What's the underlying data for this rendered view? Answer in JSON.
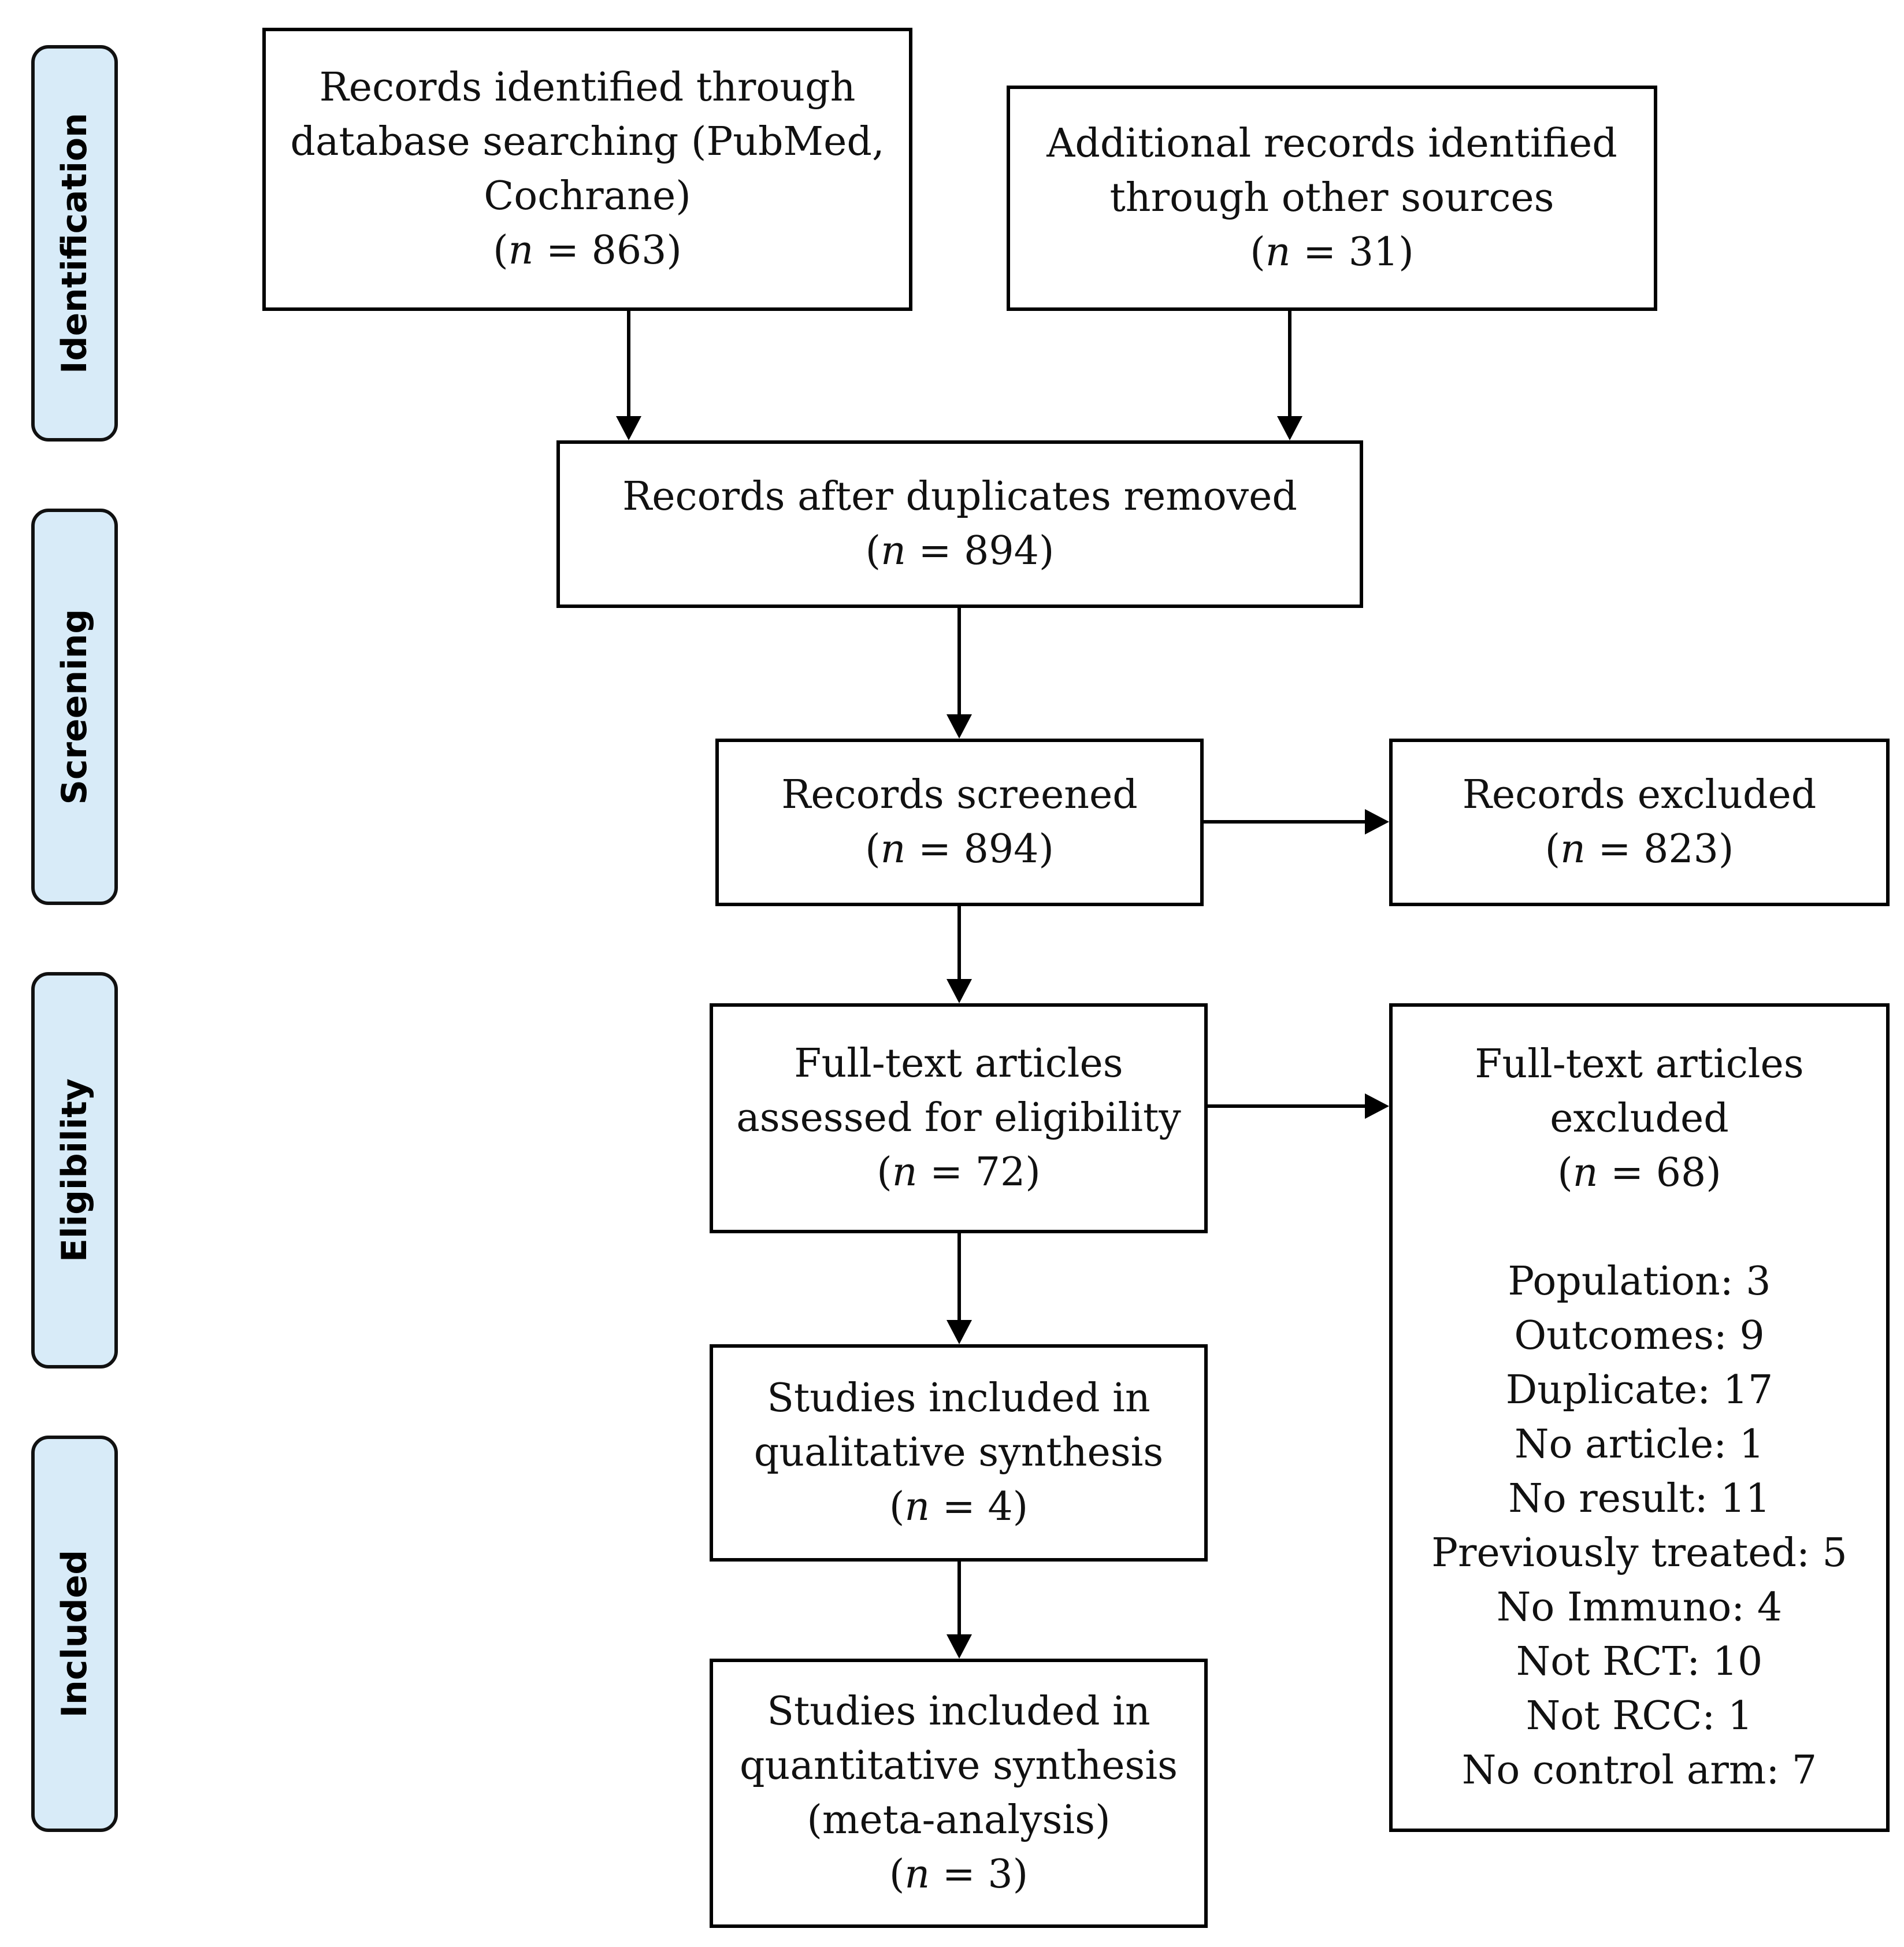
{
  "phases": {
    "identification": "Identification",
    "screening": "Screening",
    "eligibility": "Eligibility",
    "included": "Included"
  },
  "boxes": {
    "database_search": {
      "lines": [
        "Records identified through",
        "database searching (PubMed,",
        "Cochrane)"
      ],
      "n_label": "n",
      "n_value": "= 863"
    },
    "other_sources": {
      "lines": [
        "Additional records identified",
        "through other sources"
      ],
      "n_label": "n",
      "n_value": "= 31"
    },
    "after_duplicates": {
      "lines": [
        "Records after duplicates removed"
      ],
      "n_label": "n",
      "n_value": "= 894"
    },
    "screened": {
      "lines": [
        "Records screened"
      ],
      "n_label": "n",
      "n_value": "= 894"
    },
    "excluded": {
      "lines": [
        "Records excluded"
      ],
      "n_label": "n",
      "n_value": "= 823"
    },
    "fulltext_assessed": {
      "lines": [
        "Full-text articles",
        "assessed for eligibility"
      ],
      "n_label": "n",
      "n_value": "= 72"
    },
    "fulltext_excluded": {
      "lines": [
        "Full-text articles",
        "excluded"
      ],
      "n_label": "n",
      "n_value": "= 68",
      "reasons": [
        "Population: 3",
        "Outcomes: 9",
        "Duplicate: 17",
        "No article: 1",
        "No result: 11",
        "Previously treated: 5",
        "No Immuno: 4",
        "Not RCT: 10",
        "Not RCC: 1",
        "No control arm: 7"
      ]
    },
    "qualitative": {
      "lines": [
        "Studies included in",
        "qualitative synthesis"
      ],
      "n_label": "n",
      "n_value": "= 4"
    },
    "quantitative": {
      "lines": [
        "Studies included in",
        "quantitative synthesis",
        "(meta-analysis)"
      ],
      "n_label": "n",
      "n_value": "= 3"
    }
  }
}
